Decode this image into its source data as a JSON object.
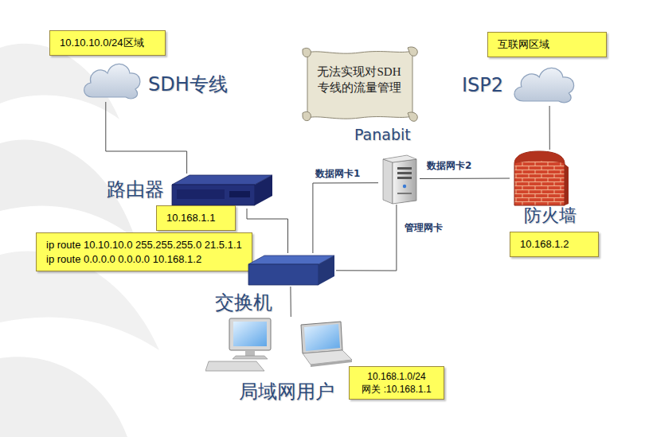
{
  "diagram": {
    "nodes": [
      {
        "text": [
          "10.10.10.0/24区域"
        ]
      },
      {
        "text": [
          "SDH专线"
        ]
      },
      {
        "text": [
          "无法实现对SDH专线的流量管理"
        ]
      },
      {
        "text": [
          "互联网区域"
        ]
      },
      {
        "text": [
          "ISP2"
        ]
      },
      {
        "text": [
          "Panabit"
        ]
      },
      {
        "text": [
          "路由器"
        ]
      },
      {
        "text": [
          "10.168.1.1"
        ]
      },
      {
        "text": [
          "ip route 10.10.10.0 255.255.255.0 21.5.1.1",
          "ip route 0.0.0.0 0.0.0.0 10.168.1.2"
        ]
      },
      {
        "text": [
          "防火墙"
        ]
      },
      {
        "text": [
          "10.168.1.2"
        ]
      },
      {
        "text": [
          "交换机"
        ]
      },
      {
        "text": [
          "局域网用户"
        ]
      },
      {
        "text": [
          "10.168.1.0/24 网关 :10.168.1.1"
        ]
      }
    ],
    "edges": [
      {
        "from": 1,
        "to": 6,
        "arrow": "none"
      },
      {
        "from": 6,
        "to": 11,
        "arrow": "none"
      },
      {
        "from": 11,
        "to": 5,
        "arrow": "none",
        "label": "数据网卡1"
      },
      {
        "from": 5,
        "to": 11,
        "arrow": "none",
        "label": "管理网卡"
      },
      {
        "from": 5,
        "to": 9,
        "arrow": "none",
        "label": "数据网卡2"
      },
      {
        "from": 9,
        "to": 4,
        "arrow": "none"
      },
      {
        "from": 11,
        "to": 12,
        "arrow": "none"
      }
    ]
  }
}
